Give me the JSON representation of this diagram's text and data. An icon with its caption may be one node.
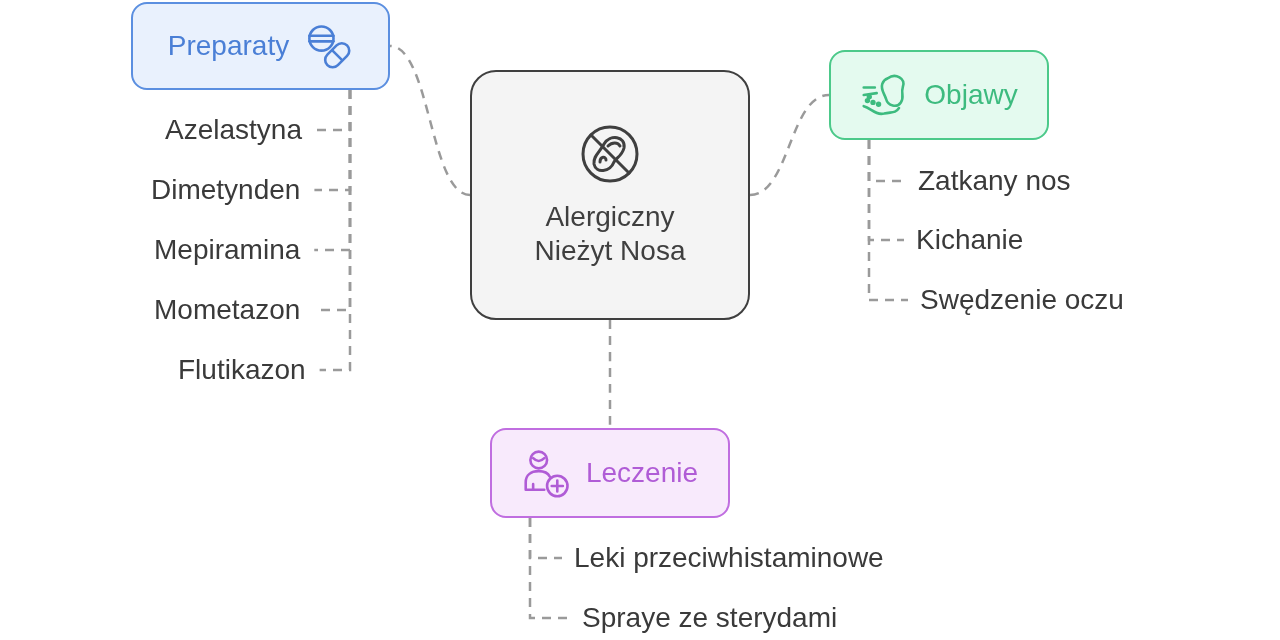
{
  "diagram": {
    "nodes": [
      {
        "text": [
          "Alergiczny Nieżyt Nosa"
        ]
      },
      {
        "text": [
          "Preparaty"
        ]
      },
      {
        "text": [
          "Azelastyna"
        ]
      },
      {
        "text": [
          "Dimetynden"
        ]
      },
      {
        "text": [
          "Mepiramina"
        ]
      },
      {
        "text": [
          "Mometazon"
        ]
      },
      {
        "text": [
          "Flutikazon"
        ]
      },
      {
        "text": [
          "Objawy"
        ]
      },
      {
        "text": [
          "Zatkany nos"
        ]
      },
      {
        "text": [
          "Kichanie"
        ]
      },
      {
        "text": [
          "Swędzenie oczu"
        ]
      },
      {
        "text": [
          "Leczenie"
        ]
      },
      {
        "text": [
          "Leki przeciwhistaminowe"
        ]
      },
      {
        "text": [
          "Spraye ze sterydami"
        ]
      }
    ],
    "edges": [
      {
        "from": 0,
        "to": 1,
        "arrow": "none"
      },
      {
        "from": 1,
        "to": 2,
        "arrow": "none"
      },
      {
        "from": 1,
        "to": 3,
        "arrow": "none"
      },
      {
        "from": 1,
        "to": 4,
        "arrow": "none"
      },
      {
        "from": 1,
        "to": 5,
        "arrow": "none"
      },
      {
        "from": 1,
        "to": 6,
        "arrow": "none"
      },
      {
        "from": 0,
        "to": 7,
        "arrow": "none"
      },
      {
        "from": 7,
        "to": 8,
        "arrow": "none"
      },
      {
        "from": 7,
        "to": 9,
        "arrow": "none"
      },
      {
        "from": 7,
        "to": 10,
        "arrow": "none"
      },
      {
        "from": 0,
        "to": 11,
        "arrow": "none"
      },
      {
        "from": 11,
        "to": 12,
        "arrow": "none"
      },
      {
        "from": 11,
        "to": 13,
        "arrow": "none"
      }
    ]
  }
}
